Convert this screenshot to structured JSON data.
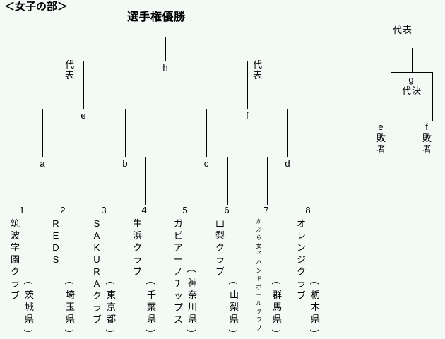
{
  "page": {
    "division_title": "＜女子の部＞",
    "background_color": "#f3faf5",
    "line_color": "#000000"
  },
  "bracket": {
    "champion_label": "選手権優勝",
    "representative_label": "代表",
    "matches": {
      "final": "h",
      "semifinal_left": "e",
      "semifinal_right": "f",
      "quarterfinal_a": "a",
      "quarterfinal_b": "b",
      "quarterfinal_c": "c",
      "quarterfinal_d": "d"
    }
  },
  "teams": [
    {
      "seed": "1",
      "name": "筑波学園クラブ",
      "prefecture": "茨城県"
    },
    {
      "seed": "2",
      "name": "REDS",
      "prefecture": "埼玉県"
    },
    {
      "seed": "3",
      "name": "SAKURAクラブ",
      "prefecture": "東京都"
    },
    {
      "seed": "4",
      "name": "生浜クラブ",
      "prefecture": "千葉県"
    },
    {
      "seed": "5",
      "name": "ガビアーノチップス",
      "prefecture": "神奈川県"
    },
    {
      "seed": "6",
      "name": "山梨クラブ",
      "prefecture": "山梨県"
    },
    {
      "seed": "7",
      "name": "かぶら女子ハンドボールクラブ",
      "prefecture": "群馬県"
    },
    {
      "seed": "8",
      "name": "オレンジクラブ",
      "prefecture": "栃木県"
    }
  ],
  "third_place": {
    "representative_label": "代表",
    "match_label": "g",
    "sub_label": "代決",
    "left_entrant": "e敗者",
    "right_entrant": "f敗者"
  },
  "glyphs": {
    "paren_open": "(",
    "paren_close": ")"
  }
}
